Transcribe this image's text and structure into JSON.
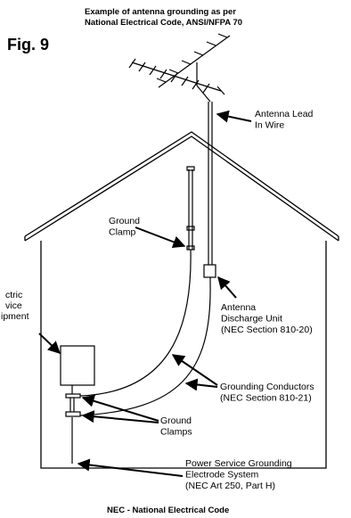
{
  "header": {
    "line1": "Example of antenna grounding as per",
    "line2": "National Electrical Code, ANSI/NFPA 70"
  },
  "figure_label": "Fig. 9",
  "labels": {
    "antenna_lead": [
      "Antenna Lead",
      "In Wire"
    ],
    "ground_clamp_upper": [
      "Ground",
      "Clamp"
    ],
    "electric_service": [
      "ctric",
      "vice",
      "ipment"
    ],
    "discharge_unit": [
      "Antenna",
      "Discharge Unit",
      "(NEC Section 810-20)"
    ],
    "grounding_conductors": [
      "Grounding Conductors",
      "(NEC Section 810-21)"
    ],
    "ground_clamps_lower": [
      "Ground",
      "Clamps"
    ],
    "electrode_system": [
      "Power Service Grounding",
      "Electrode System",
      "(NEC Art 250, Part H)"
    ]
  },
  "footer": "NEC - National Electrical Code"
}
